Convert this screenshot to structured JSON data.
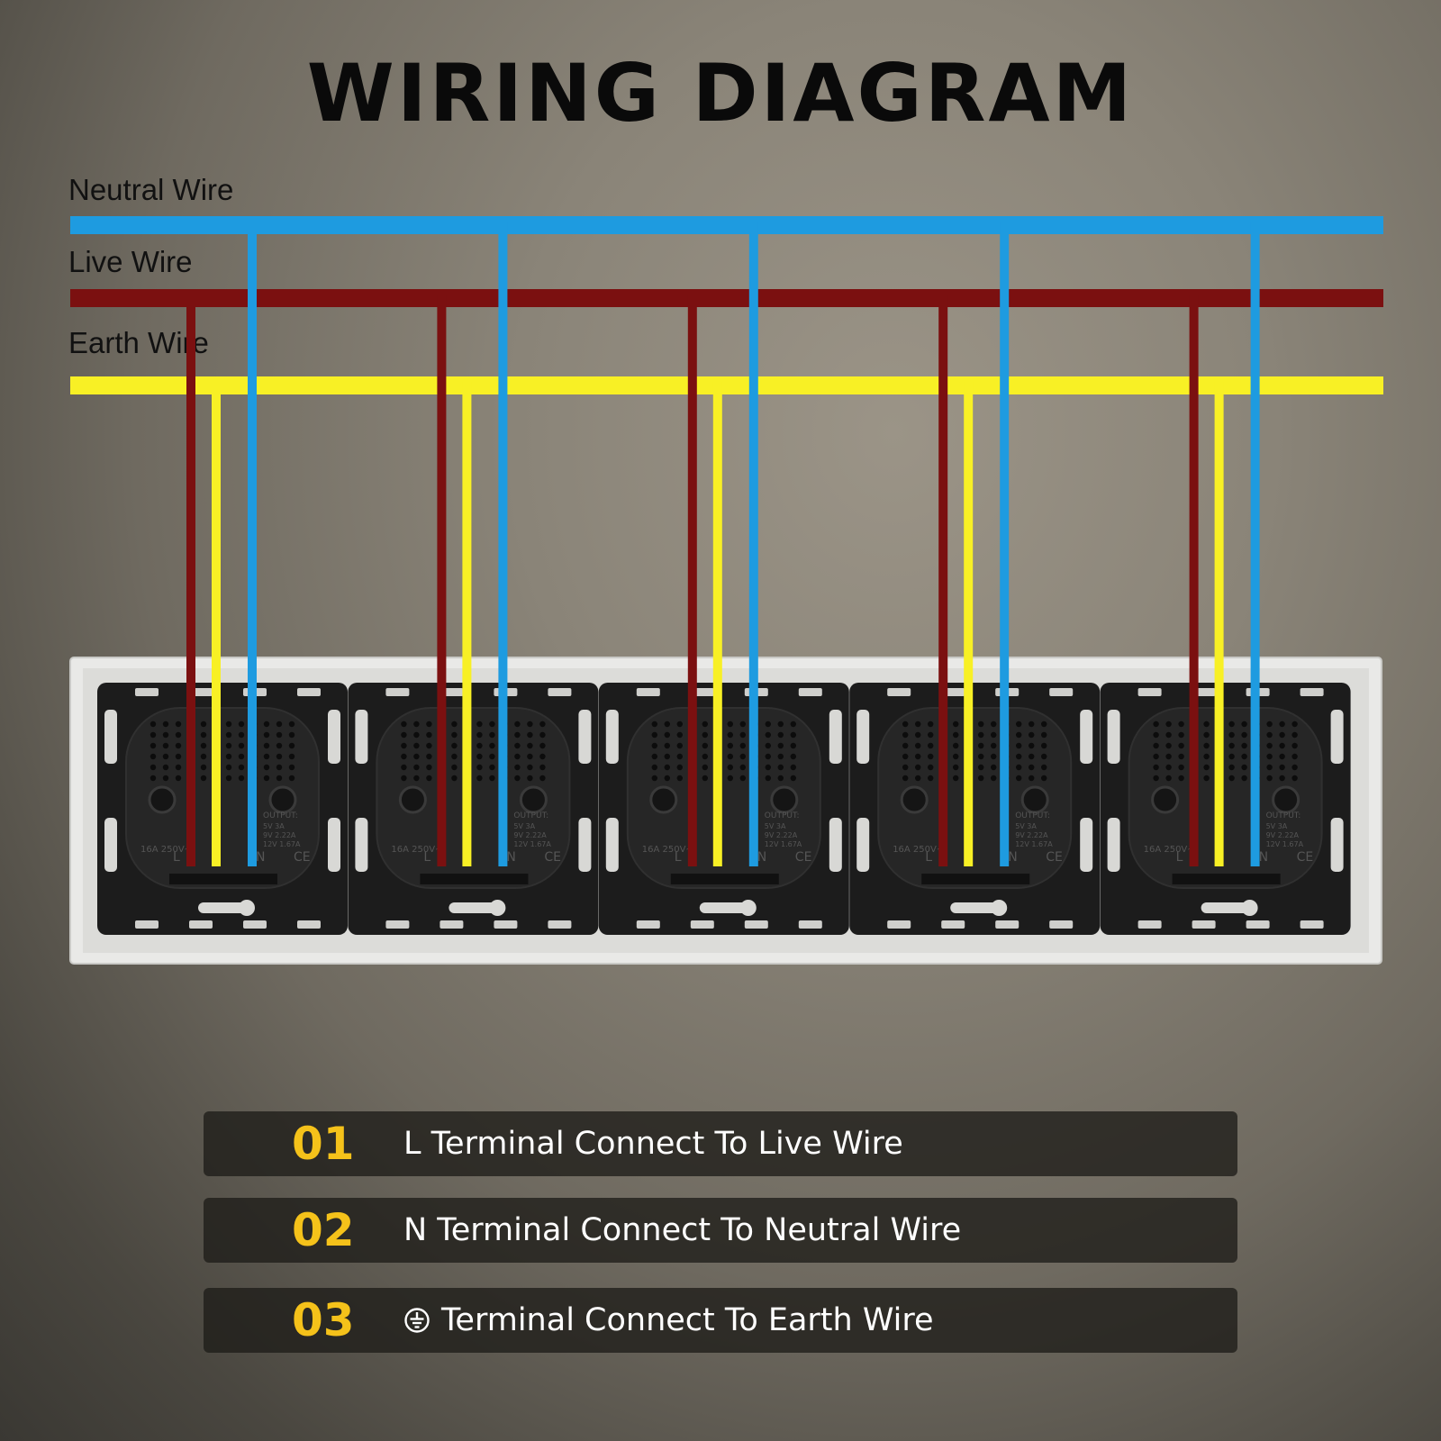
{
  "title": "WIRING DIAGRAM",
  "wires": {
    "neutral": {
      "label": "Neutral Wire",
      "color": "#1e9be0"
    },
    "live": {
      "label": "Live Wire",
      "color": "#7b1010"
    },
    "earth": {
      "label": "Earth Wire",
      "color": "#f8f025"
    }
  },
  "sockets": {
    "count": 5,
    "print": {
      "output_header": "OUTPUT:",
      "output_lines": [
        "5V 3A",
        "9V 2.22A",
        "12V 1.67A"
      ],
      "rating": "16A 250V~",
      "terminal_l": "L",
      "terminal_n": "N",
      "ce_mark": "CE"
    }
  },
  "legend": [
    {
      "num": "01",
      "text": "L Terminal Connect To Live Wire"
    },
    {
      "num": "02",
      "text": "N Terminal Connect To Neutral Wire"
    },
    {
      "num": "03",
      "text": "Terminal Connect To Earth Wire",
      "icon": "earth-ground-icon"
    }
  ]
}
